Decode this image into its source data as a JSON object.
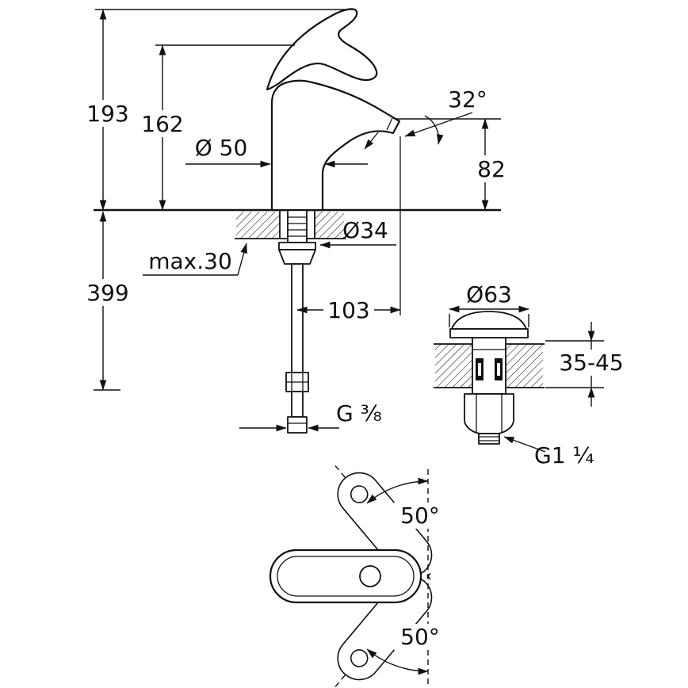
{
  "colors": {
    "ink": "#111111",
    "background": "#ffffff"
  },
  "drawing": {
    "side_view": {
      "total_height": "193",
      "lever_height": "162",
      "body_diameter": "Ø 50",
      "spray_angle": "32°",
      "spout_height": "82",
      "hole_diameter": "Ø34",
      "deck_max": "max.30",
      "under_deck_depth": "399",
      "spout_projection": "103",
      "supply_thread": "G ³⁄₈"
    },
    "waste_view": {
      "flange_diameter": "Ø63",
      "deck_range": "35-45",
      "waste_thread": "G1 ¹⁄₄"
    },
    "plan_view": {
      "swivel_up": "50°",
      "swivel_down": "50°"
    }
  }
}
